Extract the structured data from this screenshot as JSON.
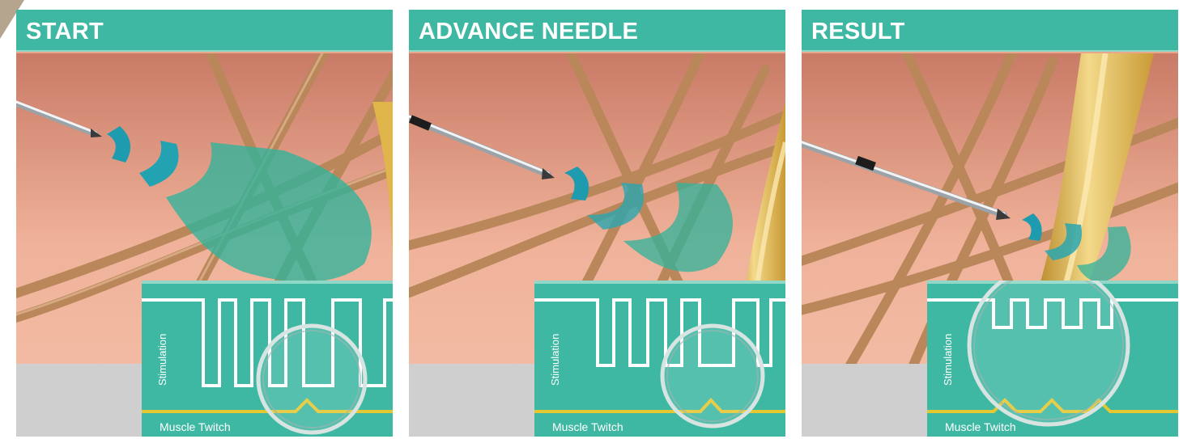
{
  "panels": [
    {
      "title": "START",
      "stimulation_label": "Stimulation",
      "twitch_label": "Muscle Twitch"
    },
    {
      "title": "ADVANCE NEEDLE",
      "stimulation_label": "Stimulation",
      "twitch_label": "Muscle Twitch"
    },
    {
      "title": "RESULT",
      "stimulation_label": "Stimulation",
      "twitch_label": "Muscle Twitch"
    }
  ],
  "colors": {
    "header": "#3fb8a3",
    "field": "#3fb8a3",
    "tissue": "#e8a68c",
    "nerve_fiber": "#b9875a",
    "main_nerve": "#e0b64a",
    "twitch_line": "#e3c832",
    "signal": "#ffffff"
  },
  "icons": [
    "needle-icon",
    "electric-field-icon",
    "magnifier-lens-icon"
  ]
}
